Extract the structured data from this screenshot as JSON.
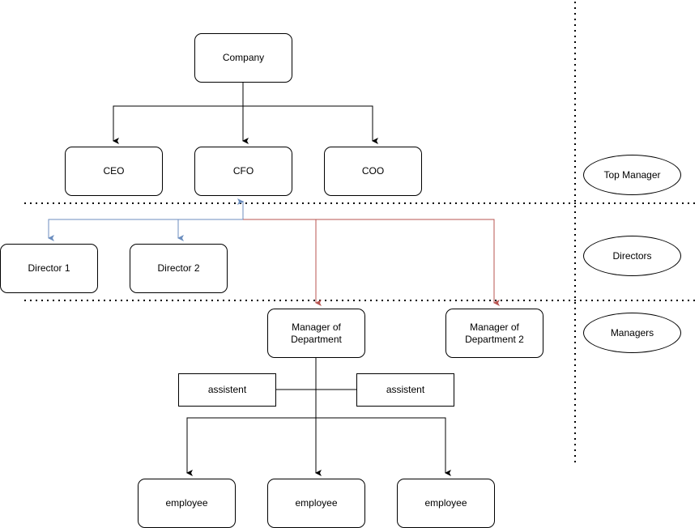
{
  "diagram": {
    "nodes": {
      "company": "Company",
      "ceo": "CEO",
      "cfo": "CFO",
      "coo": "COO",
      "director1": "Director 1",
      "director2": "Director 2",
      "manager1": "Manager of\nDepartment",
      "manager2": "Manager of\nDepartment 2",
      "assistent_left": "assistent",
      "assistent_right": "assistent",
      "employee1": "employee",
      "employee2": "employee",
      "employee3": "employee"
    },
    "levels": {
      "top_manager": "Top Manager",
      "directors": "Directors",
      "managers": "Managers"
    },
    "colors": {
      "line_default": "#000000",
      "line_blue": "#6c8ebf",
      "line_red": "#b85450",
      "divider": "#000000"
    }
  }
}
